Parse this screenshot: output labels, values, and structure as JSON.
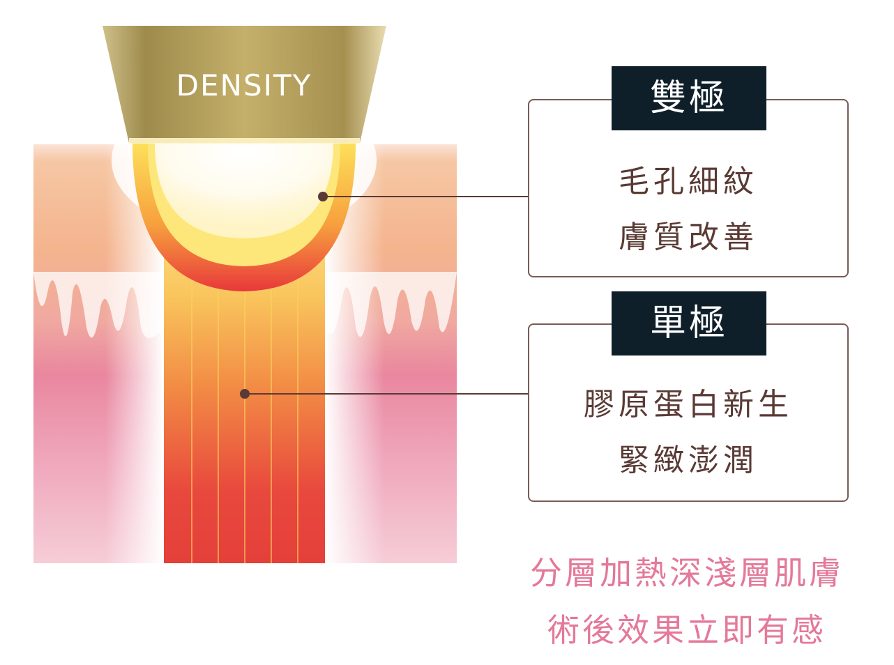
{
  "device": {
    "label": "DENSITY"
  },
  "boxes": [
    {
      "title": "雙極",
      "lines": [
        "毛孔細紋",
        "膚質改善"
      ]
    },
    {
      "title": "單極",
      "lines": [
        "膠原蛋白新生",
        "緊緻澎潤"
      ]
    }
  ],
  "footer": {
    "lines": [
      "分層加熱深淺層肌膚",
      "術後效果立即有感"
    ]
  },
  "colors": {
    "gold": "#b8a35e",
    "dark_title": "#0f1f2a",
    "text_brown": "#5a3a34",
    "footer_pink": "#e4799a",
    "skin_peach": "#f4b48e",
    "skin_pink": "#e98aa5",
    "heat_red": "#e84a3d",
    "heat_yellow": "#fcd45a"
  }
}
